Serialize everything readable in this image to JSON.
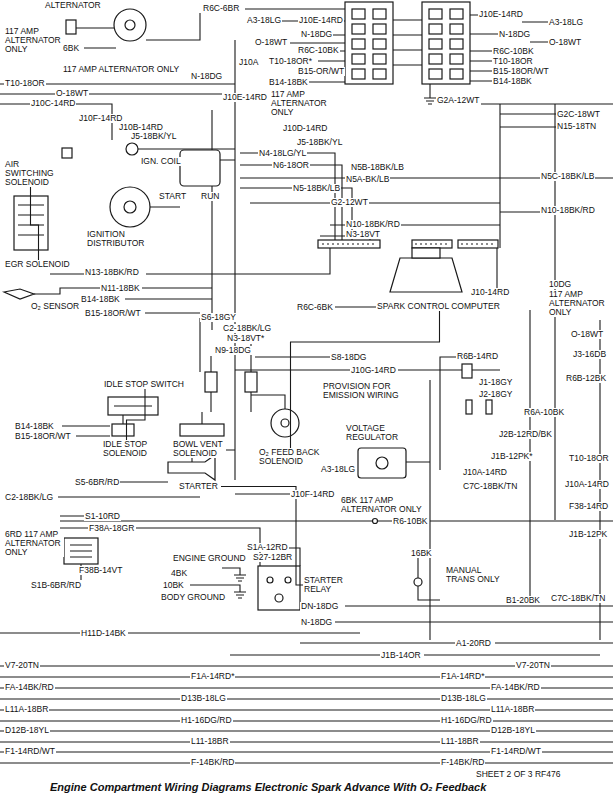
{
  "diagram": {
    "caption": "Engine Compartment Wiring Diagrams Electronic Spark Advance With O₂ Feedback",
    "nodes": [
      {
        "text": [
          "ALTERNATOR"
        ]
      },
      {
        "text": [
          "AIR SWITCHING SOLENOID"
        ]
      },
      {
        "text": [
          "IGN. COIL"
        ]
      },
      {
        "text": [
          "IGNITION DISTRIBUTOR"
        ]
      },
      {
        "text": [
          "EGR SOLENOID"
        ]
      },
      {
        "text": [
          "O₂ SENSOR"
        ]
      },
      {
        "text": [
          "SPARK CONTROL COMPUTER"
        ]
      },
      {
        "text": [
          "IDLE STOP SWITCH"
        ]
      },
      {
        "text": [
          "IDLE STOP SOLENOID"
        ]
      },
      {
        "text": [
          "BOWL VENT SOLENOID"
        ]
      },
      {
        "text": [
          "O₂ FEED BACK SOLENOID"
        ]
      },
      {
        "text": [
          "VOLTAGE REGULATOR"
        ]
      },
      {
        "text": [
          "STARTER"
        ]
      },
      {
        "text": [
          "ENGINE GROUND"
        ]
      },
      {
        "text": [
          "BODY GROUND"
        ]
      },
      {
        "text": [
          "STARTER RELAY"
        ]
      }
    ],
    "edges": [
      {
        "from": 4,
        "to": 1,
        "arrow": "none"
      },
      {
        "from": 7,
        "to": 8,
        "arrow": "none"
      },
      {
        "from": 10,
        "to": 6,
        "arrow": "none"
      },
      {
        "from": 12,
        "to": 15,
        "arrow": "none"
      }
    ],
    "labels": [
      "117 AMP ALTERNATOR ONLY",
      "6BK",
      "R6C-6BR",
      "A3-18LG",
      "J10E-14RD",
      "N-18DG",
      "O-18WT",
      "R6C-10BK",
      "117 AMP ALTERNATOR ONLY",
      "N-18DG",
      "J10A",
      "T10-18OR*",
      "B15-OR/WT",
      "B14-18BK",
      "T10-18OR",
      "O-18WT",
      "J10C-14RD",
      "J10E-14RD",
      "117 AMP ALTERNATOR ONLY",
      "J10F-14RD",
      "J10B-14RD",
      "J5-18BK/YL",
      "J10D-14RD",
      "J5-18BK/YL",
      "N4-18LG/YL",
      "N6-18OR",
      "N5B-18BK/LB",
      "N5A-BK/LB",
      "N5-18BK/LB",
      "START",
      "RUN",
      "G2-12WT",
      "N10-18BK/RD",
      "N3-18VT",
      "N13-18BK/RD",
      "N11-18BK",
      "B14-18BK",
      "B15-18OR/WT",
      "R6C-6BK",
      "S6-18GY",
      "C2-18BK/LG",
      "N3-18VT*",
      "N9-18DG",
      "S8-18DG",
      "J10G-14RD",
      "PROVISION FOR EMISSION WIRING",
      "B14-18BK",
      "B15-18OR/WT",
      "S5-6BR/RD",
      "C2-18BK/LG",
      "A3-18LG",
      "J10F-14RD",
      "6BK 117 AMP ALTERNATOR ONLY",
      "S1-10RD",
      "F38A-18GR",
      "R6-10BK",
      "6RD 117 AMP ALTERNATOR ONLY",
      "S1A-12RD",
      "S27-12BR",
      "16BK",
      "MANUAL TRANS ONLY",
      "F38B-14VT",
      "4BK",
      "10BK",
      "S1B-6BR/RD",
      "DN-18DG",
      "N-18DG",
      "H11D-14BK",
      "A1-20RD",
      "J1B-14OR",
      "V7-20TN",
      "V7-20TN",
      "F1A-14RD*",
      "F1A-14RD*",
      "FA-14BK/RD",
      "FA-14BK/RD",
      "D13B-18LG",
      "D13B-18LG",
      "L11A-18BR",
      "L11A-18BR",
      "H1-16DG/RD",
      "H1-16DG/RD",
      "D12B-18YL",
      "D12B-18YL",
      "L11-18BR",
      "L11-18BR",
      "F1-14RD/WT",
      "F1-14RD/WT",
      "F-14BK/RD",
      "F-14BK/RD",
      "SHEET 2 OF 3 RF476",
      "J10E-14RD",
      "A3-18LG",
      "N-18DG",
      "O-18WT",
      "R6C-10BK",
      "T10-18OR",
      "B15-18OR/WT",
      "B14-18BK",
      "G2A-12WT",
      "G2C-18WT",
      "N15-18TN",
      "N5C-18BK/LB",
      "N10-18BK/RD",
      "J10-14RD",
      "10DG",
      "117 AMP ALTERNATOR ONLY",
      "O-18WT",
      "R6B-14RD",
      "J3-16DB",
      "R6B-12BK",
      "J1-18GY",
      "J2-18GY",
      "R6A-10BK",
      "J2B-12RD/BK",
      "J1B-12PK*",
      "T10-18OR",
      "J10A-14RD",
      "C7C-18BK/TN",
      "J10A-14RD",
      "F38-14RD",
      "J1B-12PK",
      "B1-20BK",
      "C7C-18BK/TN"
    ]
  }
}
